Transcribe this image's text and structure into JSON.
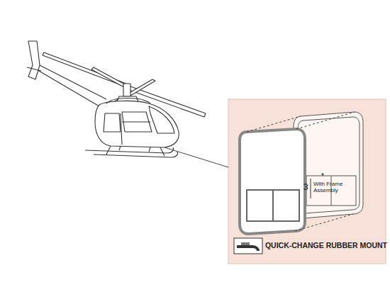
{
  "diagram": {
    "labels": [
      "3",
      "With Frame Assembly",
      "QUICK-CHANGE RUBBER MOUNT"
    ]
  }
}
